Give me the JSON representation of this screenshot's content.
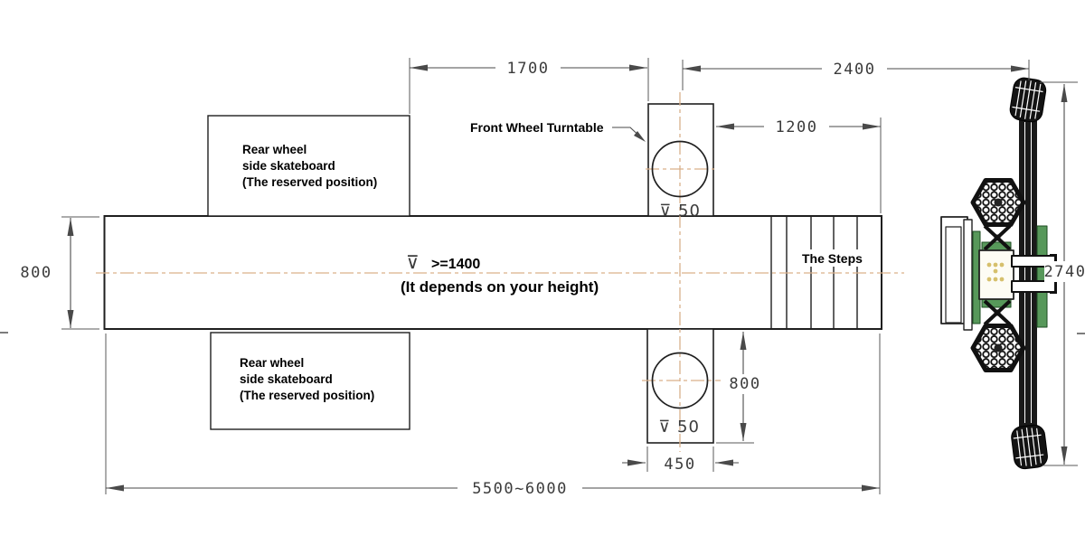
{
  "drawing": {
    "labels": {
      "rear_wheel_top": [
        "Rear wheel",
        "side skateboard",
        "(The reserved position)"
      ],
      "rear_wheel_bottom": [
        "Rear wheel",
        "side skateboard",
        "(The reserved position)"
      ],
      "front_wheel_turntable": "Front Wheel Turntable",
      "the_steps": "The Steps",
      "clearance_symbol": "⊽",
      "clearance_value": ">=1400",
      "clearance_note": "(It depends on your height)"
    },
    "dimensions": {
      "rear_box_to_turntable": "1700",
      "turntable_to_post": "2400",
      "turntable_to_runway_end": "1200",
      "runway_width": "800",
      "turntable_recess_top": "⊽ 50",
      "turntable_recess_bottom": "⊽ 50",
      "turntable_offset_length": "800",
      "turntable_width": "450",
      "total_length": "5500~6000",
      "machine_overall_height": "2740"
    },
    "colors": {
      "outline": "#1f1f1f",
      "dimension": "#4a4a4a",
      "centerline": "#d9b08b",
      "machine_green": "#57985a",
      "dot_tan": "#d6c06c"
    }
  }
}
